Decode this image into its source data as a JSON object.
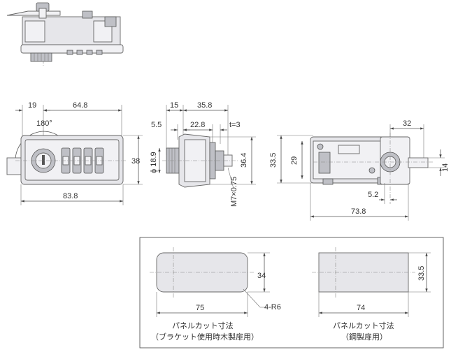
{
  "dims": {
    "d19": "19",
    "d64_8": "64.8",
    "d180": "180°",
    "d38": "38",
    "d83_8": "83.8",
    "d15": "15",
    "d35_8": "35.8",
    "d5_5": "5.5",
    "d22_8": "22.8",
    "dt3": "t=3",
    "d18_9": "ϕ 18.9",
    "dm7": "M7×0.75",
    "d36_4": "36.4",
    "d33_5": "33.5",
    "d29": "29",
    "d32": "32",
    "d14": "14",
    "d5_2": "5.2",
    "d73_8": "73.8"
  },
  "panel": {
    "left": {
      "height": "34",
      "width": "75",
      "radius": "4-R6",
      "caption1": "パネルカット寸法",
      "caption2": "（ブラケット使用時木製扉用）"
    },
    "right": {
      "height": "33.5",
      "width": "74",
      "caption1": "パネルカット寸法",
      "caption2": "（鋼製扉用）"
    }
  }
}
